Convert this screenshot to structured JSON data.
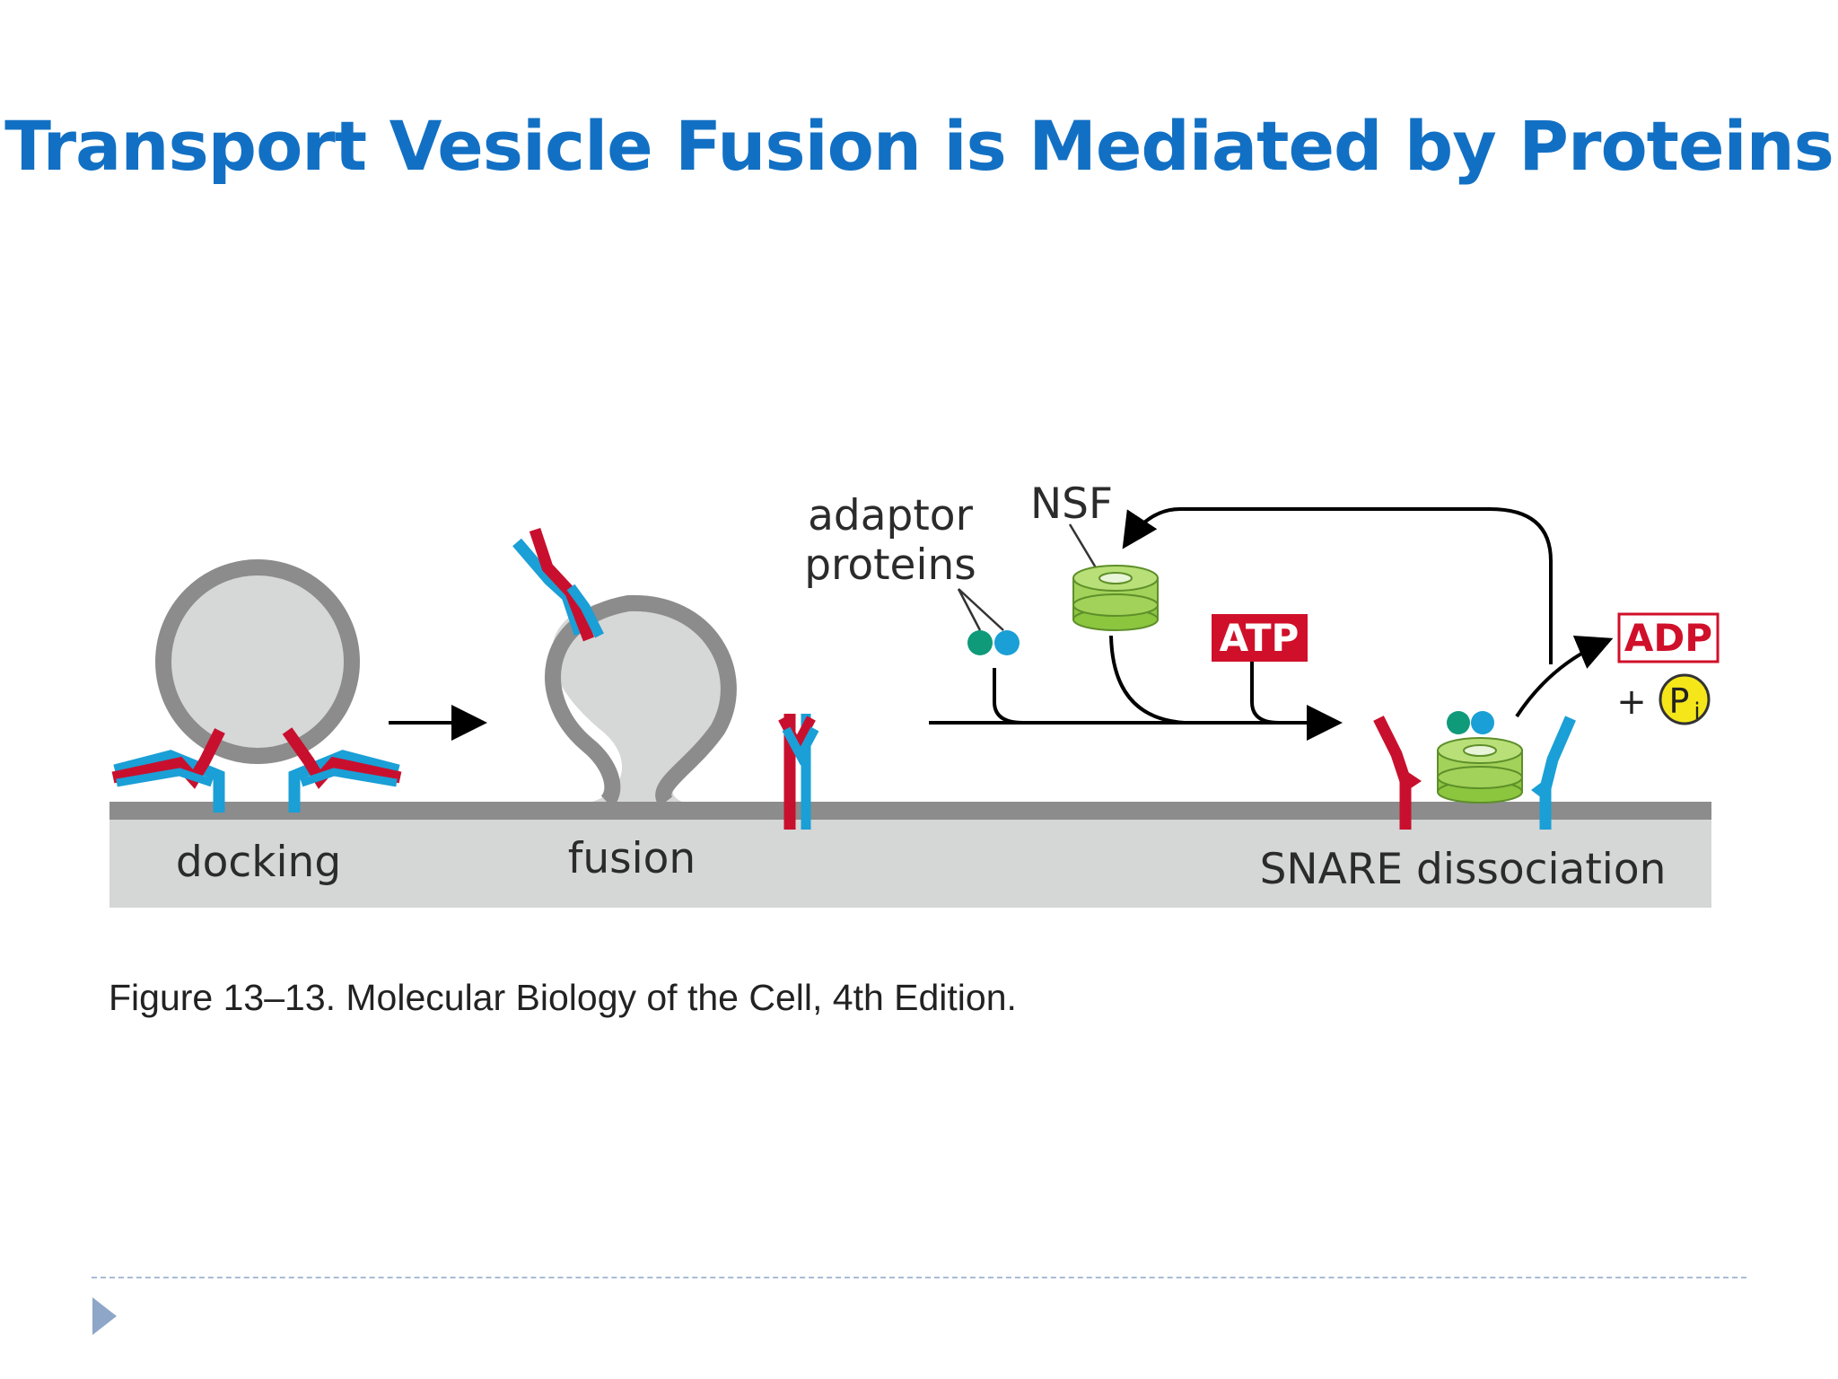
{
  "slide": {
    "title": "Transport Vesicle Fusion is Mediated by Proteins",
    "caption": "Figure 13–13. Molecular Biology of the Cell, 4th Edition."
  },
  "diagram": {
    "stages": {
      "docking": "docking",
      "fusion": "fusion",
      "snare_dissociation": "SNARE dissociation"
    },
    "labels": {
      "adaptor_line1": "adaptor",
      "adaptor_line2": "proteins",
      "nsf": "NSF",
      "atp": "ATP",
      "adp": "ADP",
      "plus": "+",
      "pi_p": "P",
      "pi_i": "i"
    },
    "colors": {
      "title": "#1270c4",
      "v_snare": "#c8102e",
      "t_snare": "#1a9fd6",
      "nsf": "#8cc63f",
      "adaptor_dark": "#0f9a7a",
      "membrane": "#8c8c8c",
      "cytosol": "#d5d6d6",
      "atp_badge": "#d0102a",
      "pi_fill": "#f5e61a"
    },
    "icons": [
      "right-arrow-icon",
      "cycle-arrow-icon",
      "bullet-triangle-icon"
    ]
  }
}
